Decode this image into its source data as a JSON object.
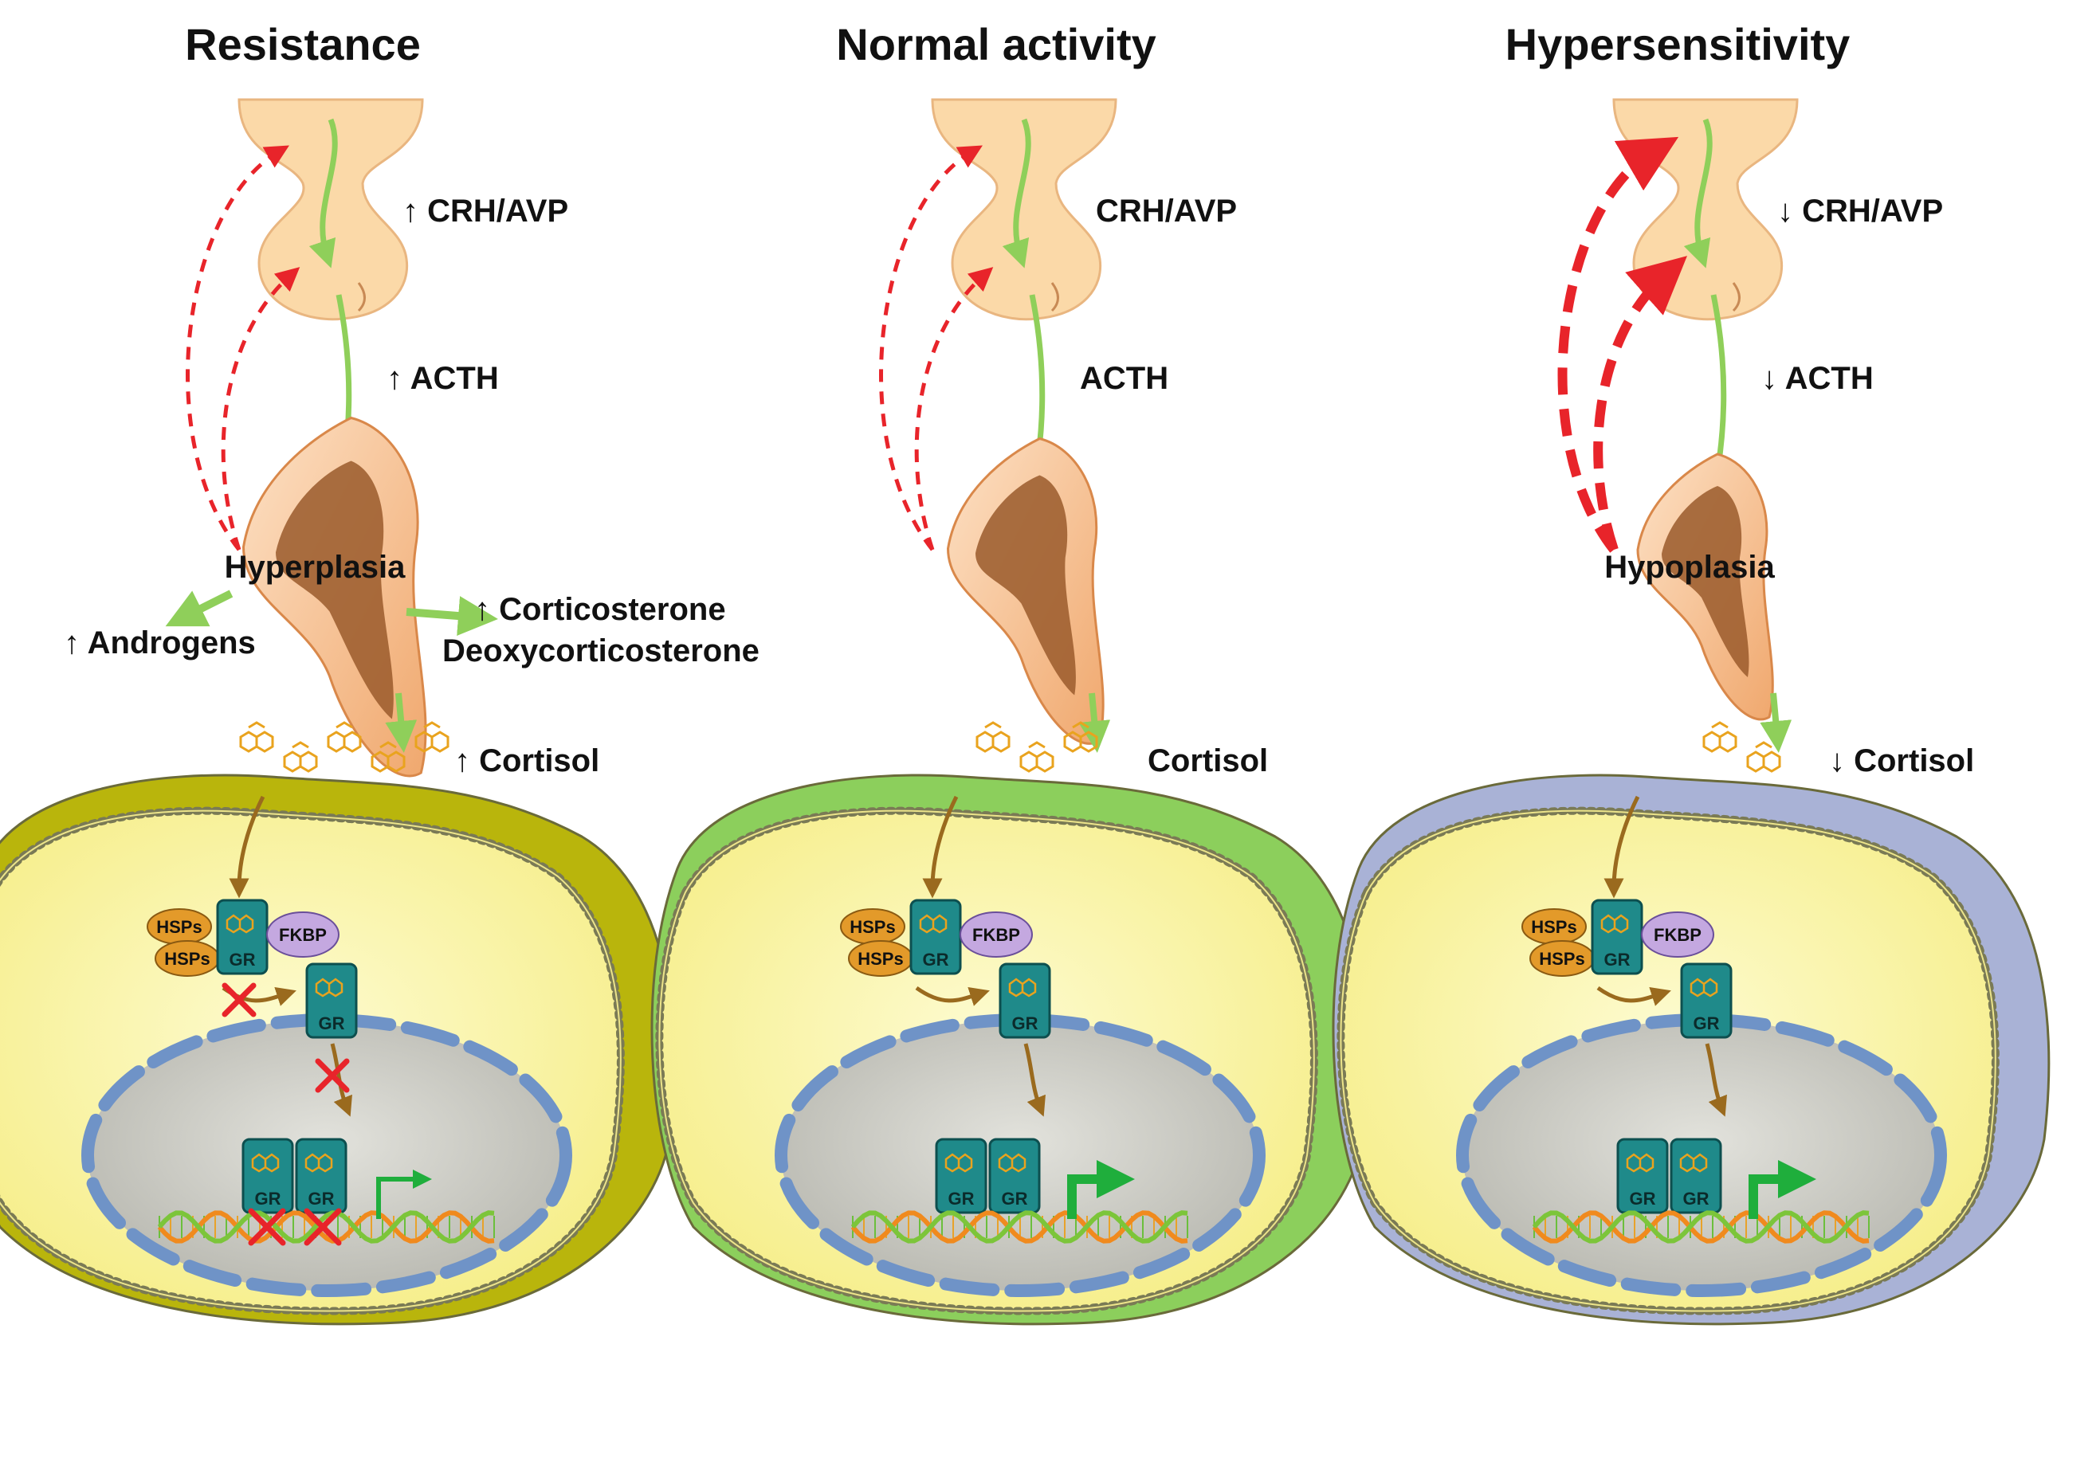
{
  "panels": [
    {
      "id": "resistance",
      "title": "Resistance",
      "crh_label": "↑ CRH/AVP",
      "acth_label": "↑ ACTH",
      "adrenal_label": "Hyperplasia",
      "cortisol_label": "↑ Cortisol",
      "extra_left": "↑ Androgens",
      "extra_right_1": "↑ Corticosterone",
      "extra_right_2": "Deoxycorticosterone",
      "cell_color": "#b9b50c",
      "receptor_blocked": true
    },
    {
      "id": "normal",
      "title": "Normal activity",
      "crh_label": "CRH/AVP",
      "acth_label": "ACTH",
      "adrenal_label": "",
      "cortisol_label": "Cortisol",
      "cell_color": "#8ccf5c",
      "receptor_blocked": false
    },
    {
      "id": "hypersensitivity",
      "title": "Hypersensitivity",
      "crh_label": "↓ CRH/AVP",
      "acth_label": "↓ ACTH",
      "adrenal_label": "Hypoplasia",
      "cortisol_label": "↓ Cortisol",
      "cell_color": "#a9b2d6",
      "receptor_blocked": false
    }
  ],
  "molecules": {
    "hsp": "HSPs",
    "fkbp": "FKBP",
    "gr": "GR"
  },
  "colors": {
    "feedback_arrow": "#e8242a",
    "stimulation_arrow": "#8fcf5a",
    "signal_arrow": "#9a6a1e",
    "hypothalamus": "#fbd9a8",
    "adrenal_outer": "#f4b27a",
    "adrenal_inner": "#9a5a2c",
    "cytoplasm": "#fbf6a6",
    "nucleus": "#c9c9c2",
    "nuclear_envelope": "#6f93c7",
    "hsp": "#e39a2a",
    "fkbp": "#c4a8e0",
    "gr": "#1f8a8a",
    "block_x": "#e8242a",
    "transcription_arrow": "#1fae3c"
  }
}
